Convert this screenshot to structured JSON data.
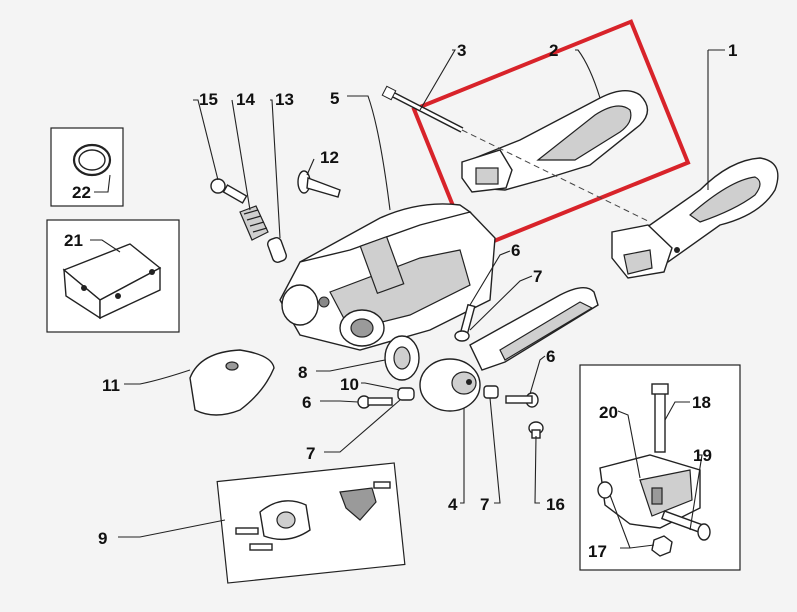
{
  "diagram": {
    "highlight_color": "#d8232a",
    "highlighted_part": "2",
    "callouts": [
      {
        "id": "1",
        "text": "1"
      },
      {
        "id": "2",
        "text": "2"
      },
      {
        "id": "3",
        "text": "3"
      },
      {
        "id": "4",
        "text": "4"
      },
      {
        "id": "5",
        "text": "5"
      },
      {
        "id": "6a",
        "text": "6"
      },
      {
        "id": "6b",
        "text": "6"
      },
      {
        "id": "6c",
        "text": "6"
      },
      {
        "id": "7a",
        "text": "7"
      },
      {
        "id": "7b",
        "text": "7"
      },
      {
        "id": "7c",
        "text": "7"
      },
      {
        "id": "8",
        "text": "8"
      },
      {
        "id": "9",
        "text": "9"
      },
      {
        "id": "10",
        "text": "10"
      },
      {
        "id": "11",
        "text": "11"
      },
      {
        "id": "12",
        "text": "12"
      },
      {
        "id": "13",
        "text": "13"
      },
      {
        "id": "14",
        "text": "14"
      },
      {
        "id": "15",
        "text": "15"
      },
      {
        "id": "16",
        "text": "16"
      },
      {
        "id": "17",
        "text": "17"
      },
      {
        "id": "18",
        "text": "18"
      },
      {
        "id": "19",
        "text": "19"
      },
      {
        "id": "20",
        "text": "20"
      },
      {
        "id": "21",
        "text": "21"
      },
      {
        "id": "22",
        "text": "22"
      }
    ]
  }
}
